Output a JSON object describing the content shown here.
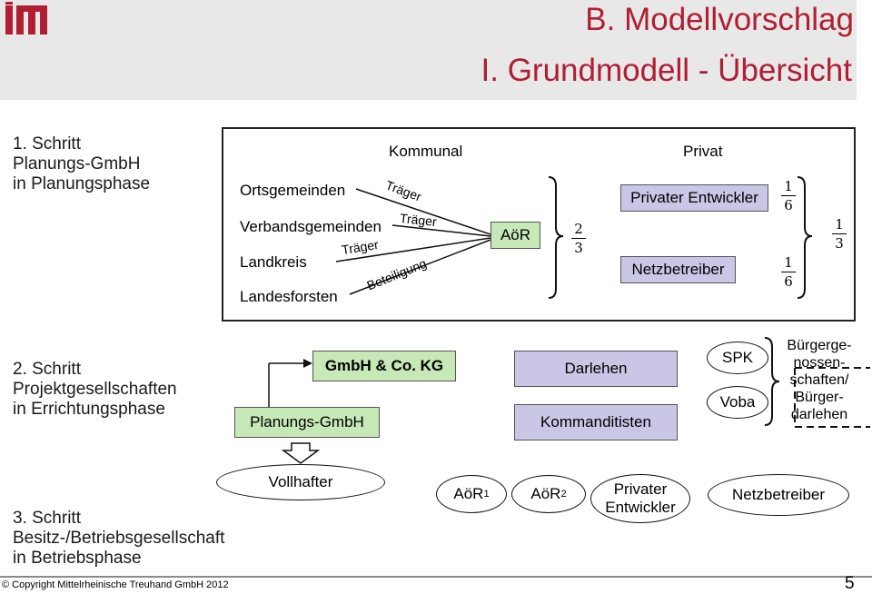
{
  "header": {
    "title": "B. Modellvorschlag",
    "subtitle": "I. Grundmodell - Übersicht",
    "logo_icon": "itm-logo"
  },
  "step1": {
    "heading": "1. Schritt",
    "sub1": "Planungs-GmbH",
    "sub2": "in Planungsphase",
    "kommunal": "Kommunal",
    "privat": "Privat",
    "municipalities": [
      "Ortsgemeinden",
      "Verbandsgemeinden",
      "Landkreis",
      "Landesforsten"
    ],
    "edge_labels": [
      "Träger",
      "Träger",
      "Träger",
      "Beteiligung"
    ],
    "aoer": "AöR",
    "share_public": {
      "num": "2",
      "den": "3"
    },
    "private_entities": [
      "Privater Entwickler",
      "Netzbetreiber"
    ],
    "share_private_1": {
      "num": "1",
      "den": "6"
    },
    "share_private_2": {
      "num": "1",
      "den": "6"
    },
    "share_private_total": {
      "num": "1",
      "den": "3"
    }
  },
  "step2": {
    "heading": "2. Schritt",
    "sub1": "Projektgesellschaften",
    "sub2": "in Errichtungsphase",
    "planungs_gmbh": "Planungs-GmbH",
    "gmbh_co_kg": "GmbH & Co. KG",
    "darlehen": "Darlehen",
    "kommanditisten": "Kommanditisten",
    "spk": "SPK",
    "voba": "Voba",
    "buerger_lines": [
      "Bürgerge-",
      "nossen-",
      "schaften/",
      "Bürger-",
      "darlehen"
    ]
  },
  "step3": {
    "heading": "3. Schritt",
    "sub1": "Besitz-/Betriebsgesellschaft",
    "sub2": "in Betriebsphase",
    "vollhafter": "Vollhafter",
    "aoer1": {
      "base": "AöR",
      "sub": "1"
    },
    "aoer2": {
      "base": "AöR",
      "sub": "2"
    },
    "privater_entwickler_lines": [
      "Privater",
      "Entwickler"
    ],
    "netzbetreiber": "Netzbetreiber"
  },
  "footer": {
    "copyright": "© Copyright Mittelrheinische Treuhand GmbH 2012",
    "page": "5"
  },
  "colors": {
    "title": "#b01e32",
    "green_box": "#c7e8b7",
    "purple_box": "#c9c6e6",
    "header_bg": "#e8e8e8"
  }
}
